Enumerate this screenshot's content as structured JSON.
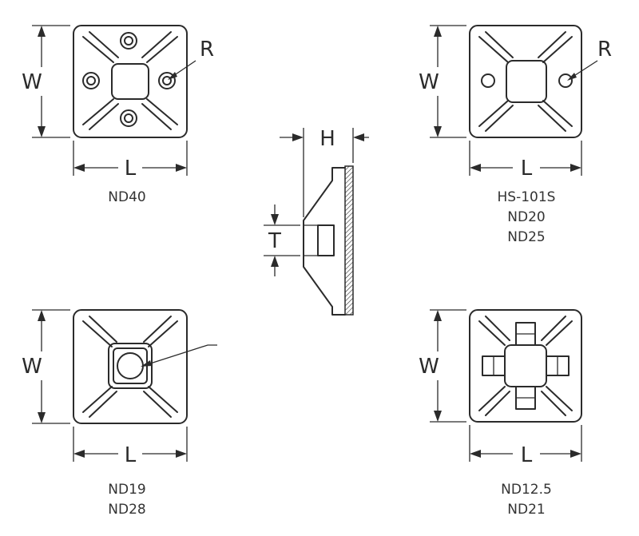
{
  "dimension_labels": {
    "width": "W",
    "length": "L",
    "radius": "R",
    "height": "H",
    "thickness": "T"
  },
  "parts": {
    "top_left": {
      "models": [
        "ND40"
      ]
    },
    "top_right": {
      "models": [
        "HS-101S",
        "ND20",
        "ND25"
      ]
    },
    "bottom_left": {
      "models": [
        "ND19",
        "ND28"
      ]
    },
    "bottom_right": {
      "models": [
        "ND12.5",
        "ND21"
      ]
    }
  }
}
